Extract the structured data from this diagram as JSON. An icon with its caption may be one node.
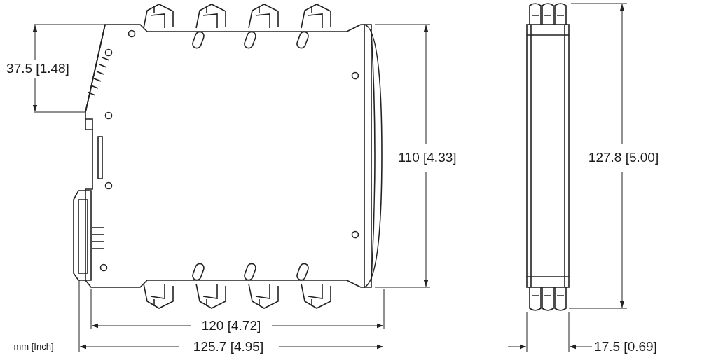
{
  "diagram": {
    "labels": [
      "37.5 [1.48]",
      "110 [4.33]",
      "127.8 [5.00]",
      "120 [4.72]",
      "mm [Inch]",
      "125.7 [4.95]",
      "17.5 [0.69]"
    ]
  }
}
